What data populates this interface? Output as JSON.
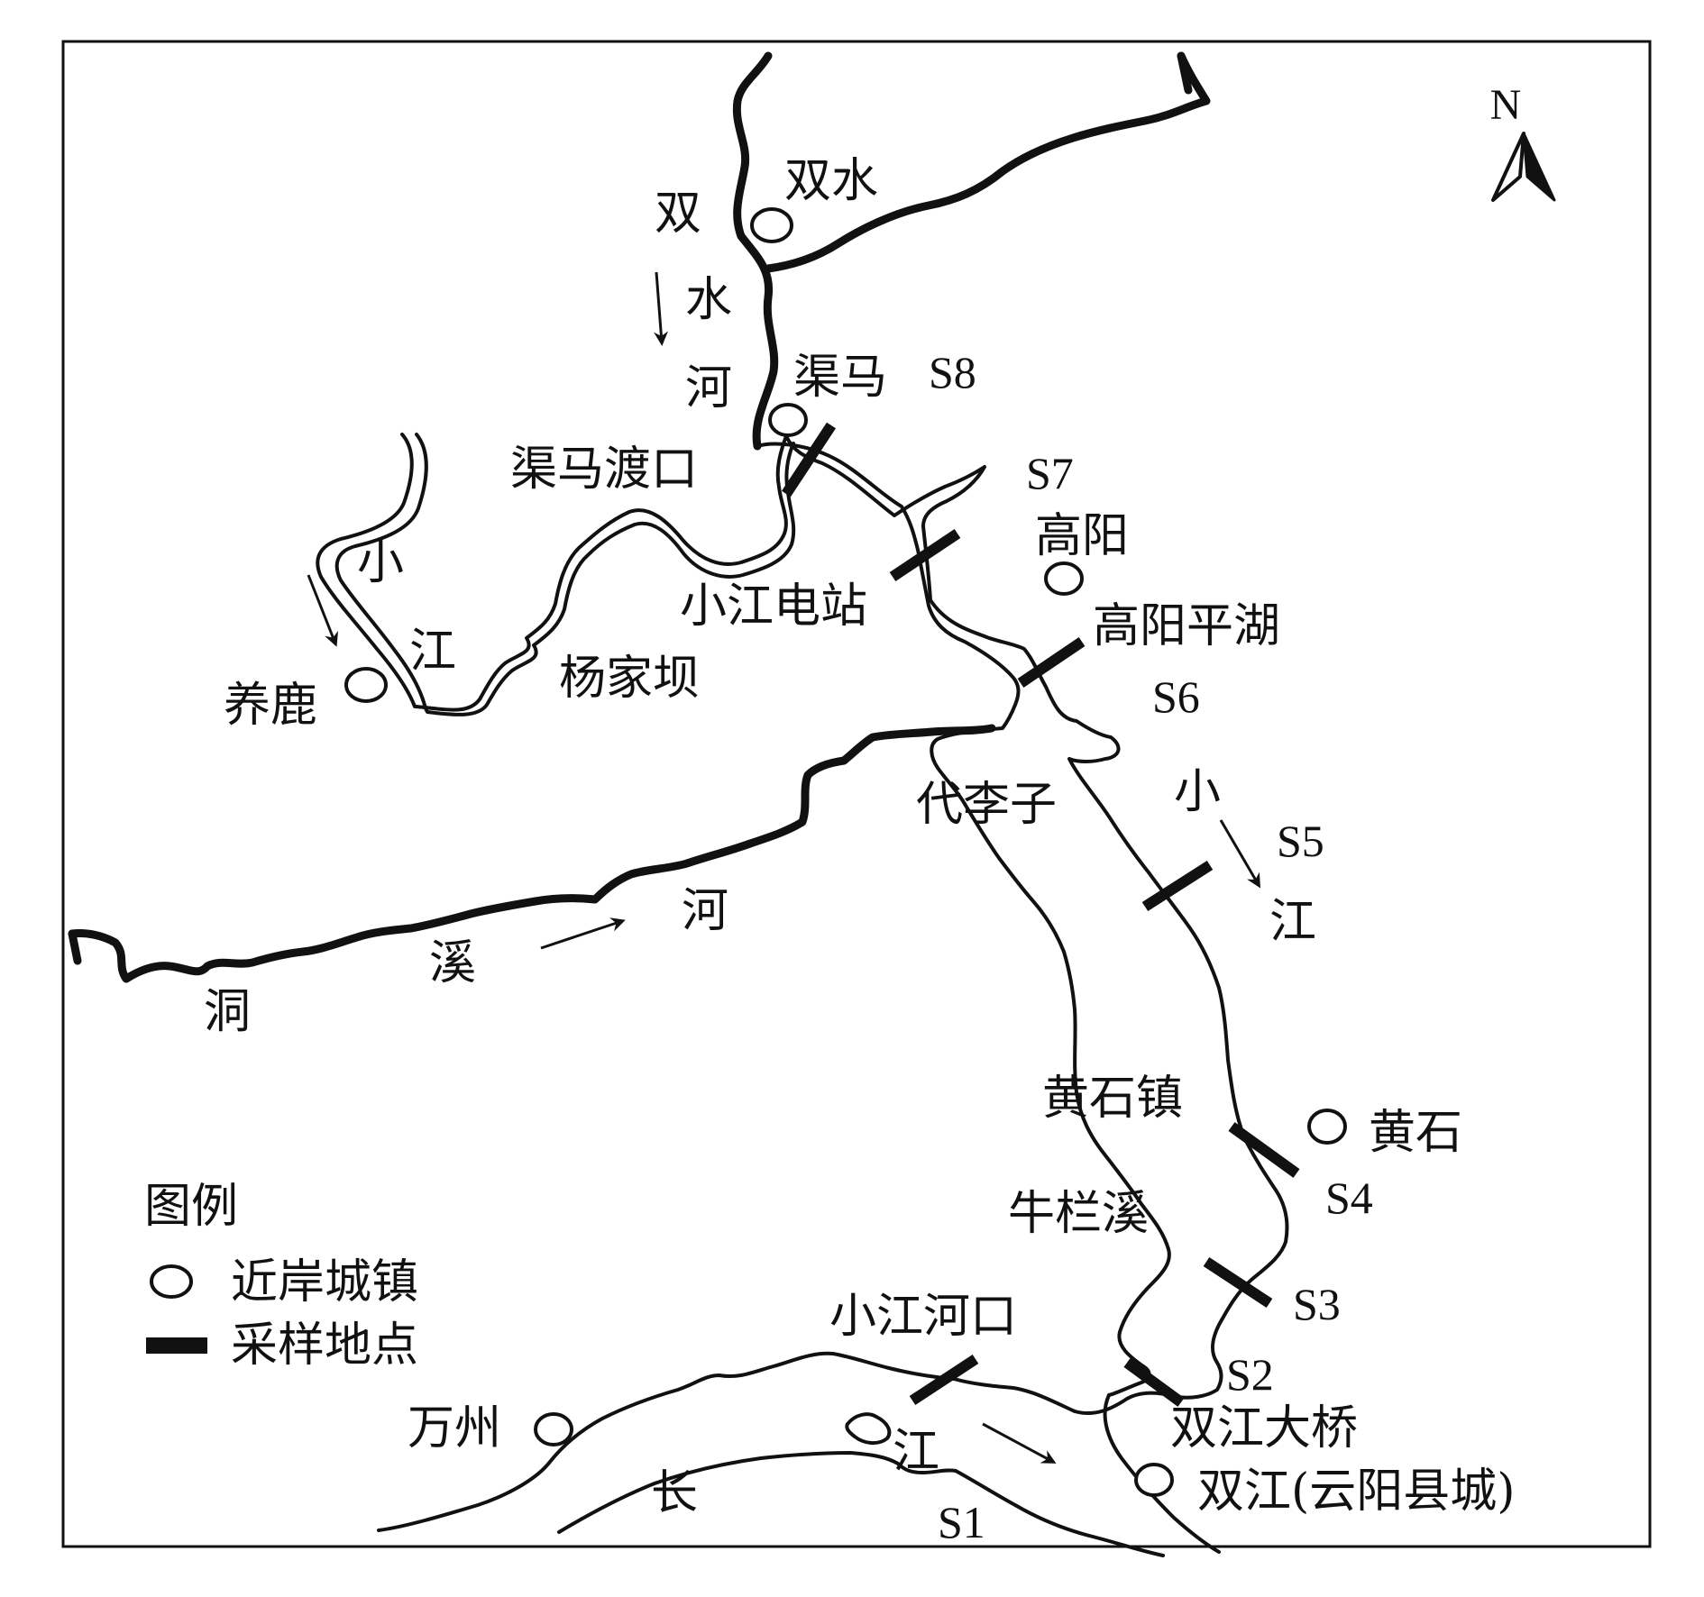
{
  "north_label": "N",
  "legend": {
    "title": "图例",
    "items": [
      {
        "symbol": "circle-icon",
        "label": "近岸城镇"
      },
      {
        "symbol": "bar-icon",
        "label": "采样地点"
      }
    ]
  },
  "sites": [
    "S1",
    "S2",
    "S3",
    "S4",
    "S5",
    "S6",
    "S7",
    "S8"
  ],
  "towns": [
    "双水",
    "渠马",
    "高阳",
    "养鹿",
    "黄石",
    "万州",
    "双江(云阳县城)"
  ],
  "places": [
    "渠马渡口",
    "小江电站",
    "高阳平湖",
    "杨家坝",
    "代李子",
    "黄石镇",
    "牛栏溪",
    "小江河口",
    "双江大桥"
  ],
  "rivers": {
    "shuangshui": [
      "双",
      "水",
      "河"
    ],
    "xiaojiang_upper": [
      "小",
      "江"
    ],
    "xiaojiang_lower": [
      "小",
      "江"
    ],
    "dongxi": [
      "洞",
      "溪",
      "河"
    ],
    "changjiang": [
      "长",
      "江"
    ]
  }
}
